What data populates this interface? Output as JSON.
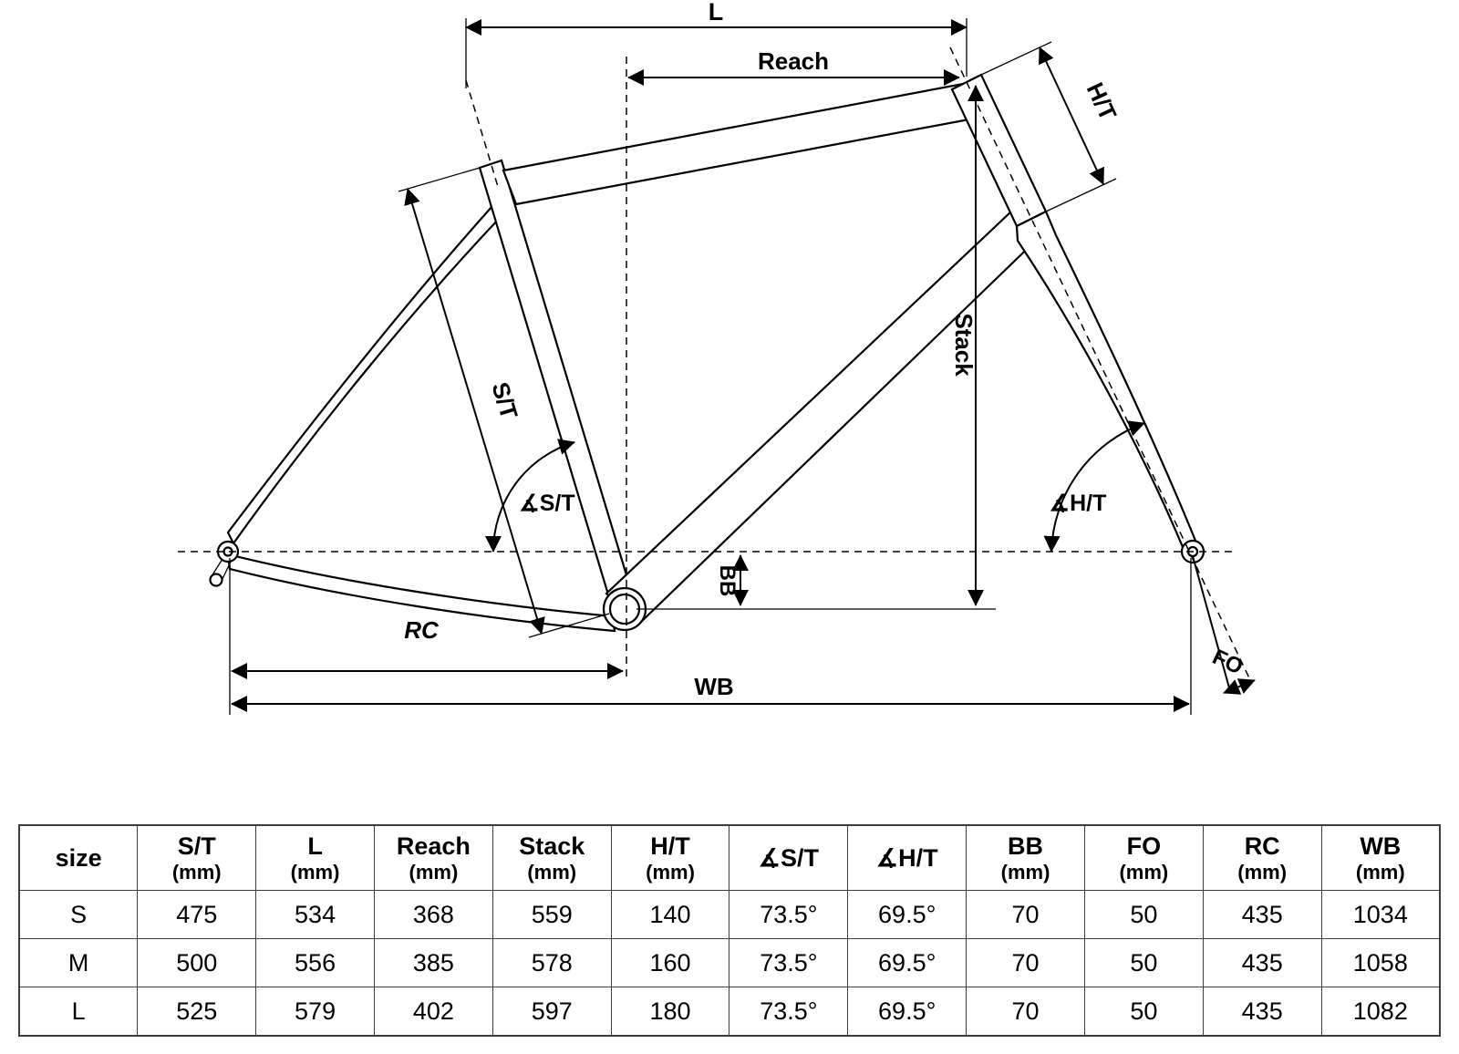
{
  "diagram": {
    "labels": {
      "l": "L",
      "reach": "Reach",
      "ht": "H/T",
      "st": "S/T",
      "angle_st": "∡S/T",
      "angle_ht": "∡H/T",
      "stack": "Stack",
      "bb": "BB",
      "rc": "RC",
      "wb": "WB",
      "fo": "FO"
    }
  },
  "table": {
    "headers": [
      {
        "label": "size",
        "unit": ""
      },
      {
        "label": "S/T",
        "unit": "(mm)"
      },
      {
        "label": "L",
        "unit": "(mm)"
      },
      {
        "label": "Reach",
        "unit": "(mm)"
      },
      {
        "label": "Stack",
        "unit": "(mm)"
      },
      {
        "label": "H/T",
        "unit": "(mm)"
      },
      {
        "label": "∡S/T",
        "unit": ""
      },
      {
        "label": "∡H/T",
        "unit": ""
      },
      {
        "label": "BB",
        "unit": "(mm)"
      },
      {
        "label": "FO",
        "unit": "(mm)"
      },
      {
        "label": "RC",
        "unit": "(mm)"
      },
      {
        "label": "WB",
        "unit": "(mm)"
      }
    ],
    "rows": [
      {
        "size": "S",
        "values": [
          "475",
          "534",
          "368",
          "559",
          "140",
          "73.5°",
          "69.5°",
          "70",
          "50",
          "435",
          "1034"
        ]
      },
      {
        "size": "M",
        "values": [
          "500",
          "556",
          "385",
          "578",
          "160",
          "73.5°",
          "69.5°",
          "70",
          "50",
          "435",
          "1058"
        ]
      },
      {
        "size": "L",
        "values": [
          "525",
          "579",
          "402",
          "597",
          "180",
          "73.5°",
          "69.5°",
          "70",
          "50",
          "435",
          "1082"
        ]
      }
    ]
  }
}
